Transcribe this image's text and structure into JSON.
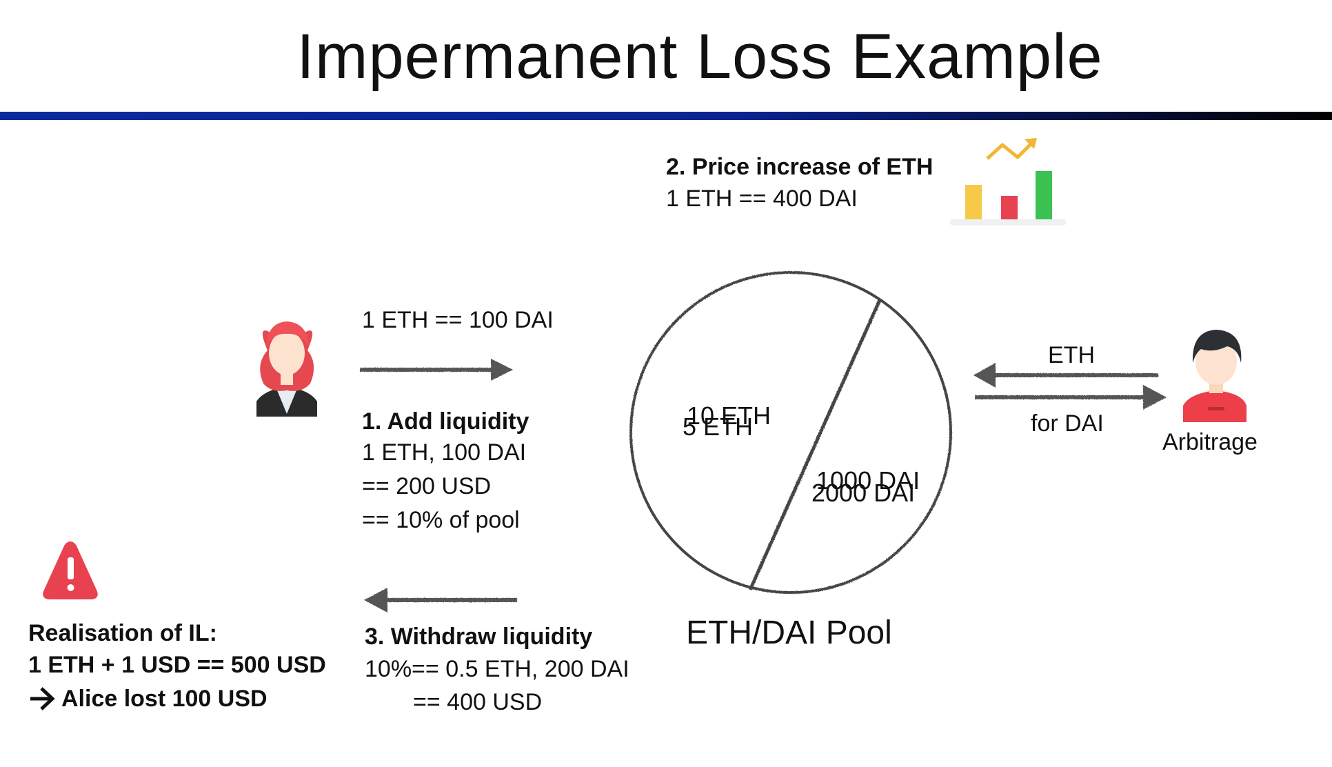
{
  "slide": {
    "title": "Impermanent Loss Example"
  },
  "step2": {
    "heading": "2. Price increase of ETH",
    "rate": "1 ETH == 400 DAI"
  },
  "step1": {
    "rate": "1 ETH == 100 DAI",
    "heading": "1. Add liquidity",
    "lines": [
      "1 ETH, 100 DAI",
      "== 200 USD",
      "== 10% of pool"
    ]
  },
  "pool": {
    "eth_before": "10 ETH",
    "eth_after": "5 ETH",
    "dai_before": "1000 DAI",
    "dai_after": "2000 DAI",
    "label": "ETH/DAI Pool"
  },
  "arbitrage": {
    "top_label": "ETH",
    "bottom_label": "for DAI",
    "person_label": "Arbitrage"
  },
  "step3": {
    "heading": "3. Withdraw liquidity",
    "line1": "10%== 0.5 ETH, 200 DAI",
    "line2": "== 400 USD"
  },
  "il": {
    "heading": "Realisation of IL:",
    "line1": "1 ETH + 1 USD == 500 USD",
    "line2": "Alice lost 100 USD"
  },
  "colors": {
    "rule_blue": "#0b2a9e",
    "warning_red": "#e8414f",
    "arrow_gray": "#555555",
    "chart_yellow": "#f7c948",
    "chart_red": "#e8414f",
    "chart_green": "#3cc153"
  },
  "icons": [
    "woman-avatar-icon",
    "trending-chart-icon",
    "man-avatar-icon",
    "warning-icon",
    "right-arrow-icon"
  ]
}
